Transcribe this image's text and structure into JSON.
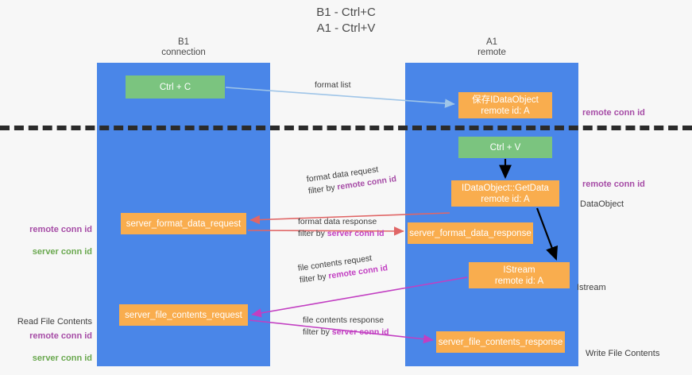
{
  "title": "B1 - Ctrl+C\nA1 - Ctrl+V",
  "columns": {
    "left": {
      "header": "B1\nconnection",
      "color": "#4a86e8"
    },
    "right": {
      "header": "A1\nremote",
      "color": "#4a86e8"
    }
  },
  "colors": {
    "lane": "#4a86e8",
    "green_node": "#7bc47f",
    "orange_node": "#f9ad4e",
    "purple_text": "#a64ca6",
    "green_text": "#6aa84f",
    "magenta_text": "#c23fc2",
    "divider": "#2b2b2b",
    "arrow_blue": "#9fc5e8",
    "arrow_red": "#e06666",
    "arrow_magenta": "#c23fc2",
    "arrow_black": "#000000",
    "background": "#f7f7f7"
  },
  "nodes": {
    "ctrl_c": "Ctrl + C",
    "idataobject": "保存IDataObject\nremote id: A",
    "ctrl_v": "Ctrl + V",
    "getdata": "IDataObject::GetData\nremote id: A",
    "server_format_data_request": "server_format_data_request",
    "server_format_data_response": "server_format_data_response",
    "istream": "IStream\nremote id: A",
    "server_file_contents_request": "server_file_contents_request",
    "server_file_contents_response": "server_file_contents_response"
  },
  "edge_labels": {
    "format_list": "format list",
    "format_data_request": {
      "line1": "format data request",
      "line2_prefix": "filter by ",
      "line2_key": "remote conn id"
    },
    "format_data_response": {
      "line1": "format data response",
      "line2_prefix": "filter by ",
      "line2_key": "server conn id"
    },
    "file_contents_request": {
      "line1": "file contents request",
      "line2_prefix": "filter by ",
      "line2_key": "remote conn id"
    },
    "file_contents_response": {
      "line1": "file contents response",
      "line2_prefix": "filter by ",
      "line2_key": "server conn id"
    }
  },
  "annotations": {
    "right": [
      {
        "id": "remote-conn-id-top",
        "text": "remote conn id",
        "style": "purple"
      },
      {
        "id": "remote-conn-id-mid",
        "text": "remote conn id",
        "style": "purple"
      },
      {
        "id": "dataobject",
        "text": "DataObject",
        "style": "plain"
      },
      {
        "id": "istream",
        "text": "Istream",
        "style": "plain"
      },
      {
        "id": "write-file-contents",
        "text": "Write File Contents",
        "style": "plain"
      }
    ],
    "left": [
      {
        "id": "conn-ids-format",
        "line1": "remote conn id",
        "line2": "server conn id"
      },
      {
        "id": "read-file-contents",
        "text": "Read File Contents",
        "style": "plain"
      },
      {
        "id": "conn-ids-file",
        "line1": "remote conn id",
        "line2": "server conn id"
      }
    ]
  }
}
